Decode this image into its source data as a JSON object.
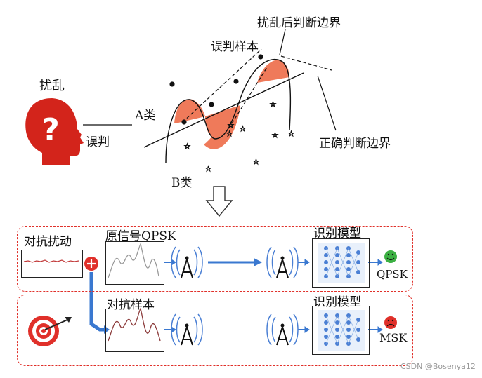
{
  "top": {
    "attacker_label": "扰乱",
    "misjudge_label": "误判",
    "class_a": "A类",
    "class_b": "B类",
    "misjudge_sample": "误判样本",
    "perturbed_boundary": "扰乱后判断边界",
    "correct_boundary": "正确判断边界"
  },
  "row1": {
    "perturbation_label": "对抗扰动",
    "signal_label": "原信号QPSK",
    "model_label": "识别模型",
    "result": "QPSK",
    "result_color": "#3cb043"
  },
  "row2": {
    "sample_label": "对抗样本",
    "model_label": "识别模型",
    "result": "MSK",
    "result_color": "#e0302a"
  },
  "watermark": "CSDN @Bosenya12",
  "colors": {
    "red_region": "#ef7a5a",
    "attacker": "#d3241b",
    "dashed_box": "#e0302a",
    "arrow_blue": "#3a78d0"
  }
}
